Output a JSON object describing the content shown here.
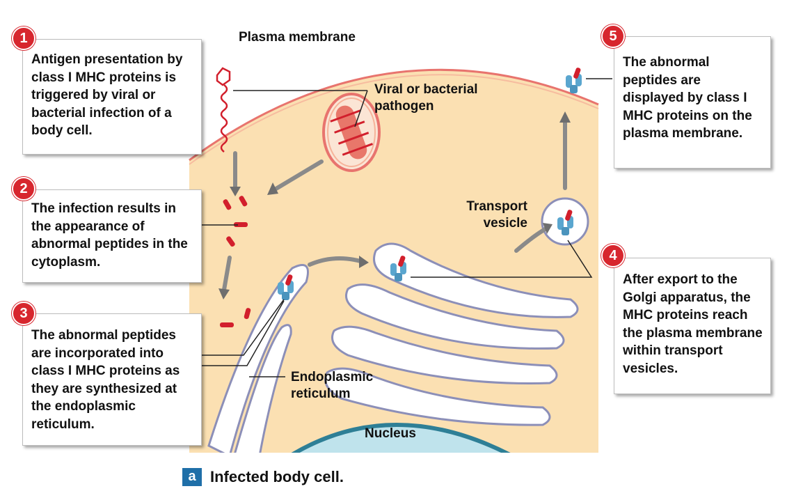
{
  "steps": [
    {
      "number": "1",
      "text": "Antigen presentation by class I MHC proteins is triggered by viral or bacterial infection of a body cell."
    },
    {
      "number": "2",
      "text": "The infection results in the appearance of abnormal peptides in the cytoplasm."
    },
    {
      "number": "3",
      "text": "The abnormal peptides are incorporated into class I MHC proteins as they are synthesized at the endoplasmic reticulum."
    },
    {
      "number": "4",
      "text": "After export to the Golgi apparatus, the MHC proteins reach the plasma membrane within transport vesicles."
    },
    {
      "number": "5",
      "text": "The abnormal peptides are displayed by class I MHC proteins on the plasma membrane."
    }
  ],
  "labels": {
    "plasma_membrane": "Plasma membrane",
    "pathogen": "Viral or bacterial pathogen",
    "transport_vesicle": "Transport vesicle",
    "endoplasmic_reticulum": "Endoplasmic reticulum",
    "nucleus": "Nucleus"
  },
  "caption": {
    "letter": "a",
    "text": "Infected body cell."
  },
  "colors": {
    "cytoplasm": "#fbe0b2",
    "membrane": "#e8746e",
    "peptide": "#d21f2c",
    "mhc_protein": "#5aa6cf",
    "nucleus": "#2e7f96",
    "badge": "#d7262e",
    "caption_badge": "#1f6fa8"
  }
}
